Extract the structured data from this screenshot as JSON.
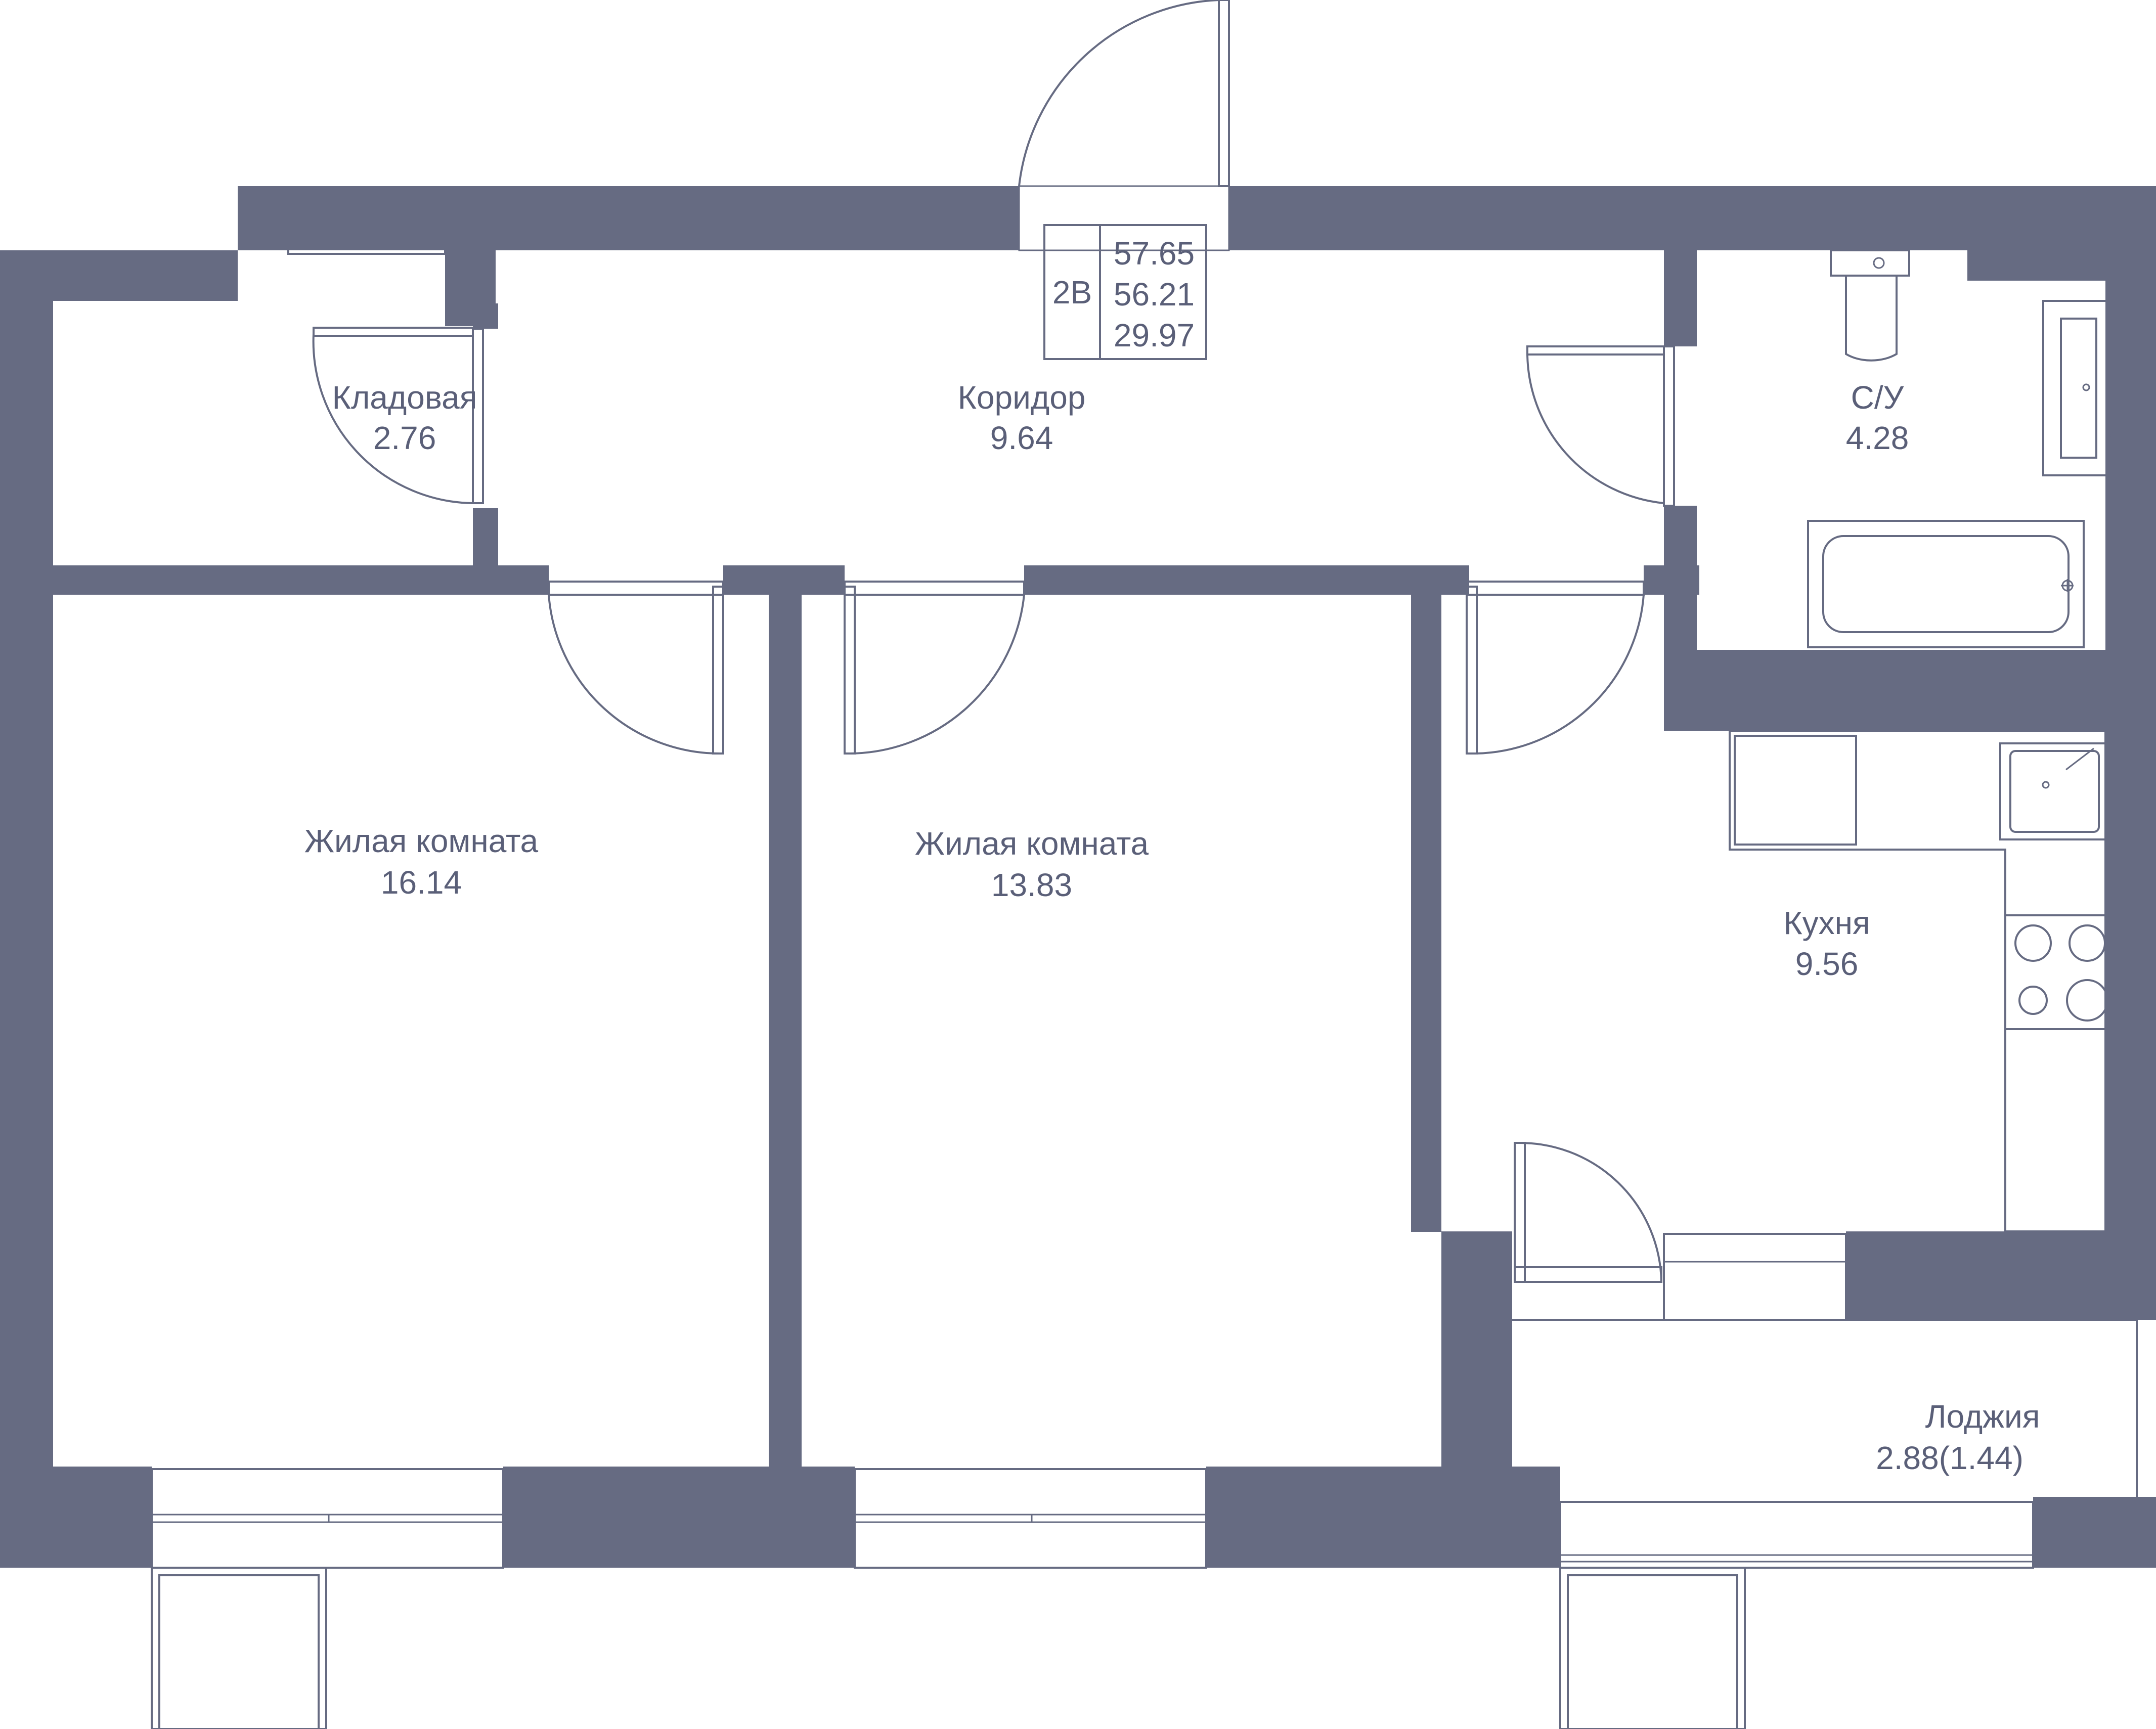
{
  "plan": {
    "wall_color": "#666b82",
    "stamp": {
      "type": "2В",
      "total_area": "57.65",
      "living_area_total": "56.21",
      "living_rooms_area": "29.97"
    },
    "rooms": {
      "storage": {
        "name": "Кладовая",
        "area": "2.76"
      },
      "corridor": {
        "name": "Коридор",
        "area": "9.64"
      },
      "bathroom": {
        "name": "С/У",
        "area": "4.28"
      },
      "living1": {
        "name": "Жилая комната",
        "area": "16.14"
      },
      "living2": {
        "name": "Жилая комната",
        "area": "13.83"
      },
      "kitchen": {
        "name": "Кухня",
        "area": "9.56"
      },
      "loggia": {
        "name": "Лоджия",
        "area": "2.88(1.44)"
      }
    }
  }
}
